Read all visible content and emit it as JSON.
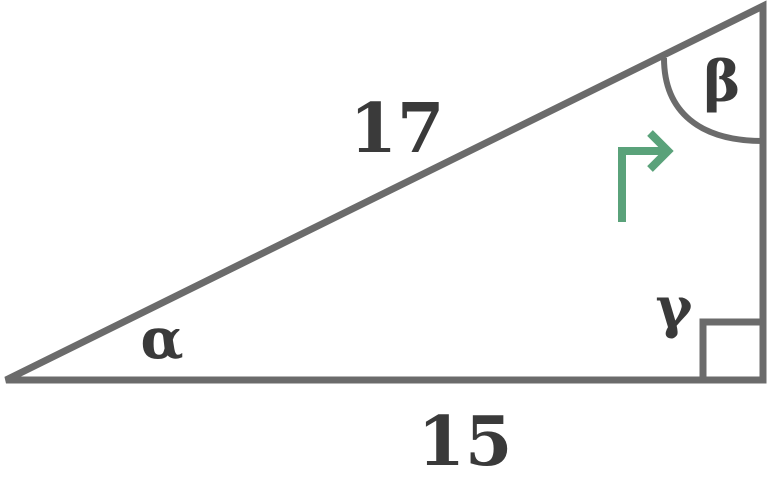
{
  "triangle": {
    "hypotenuse_label": "17",
    "base_label": "15",
    "angle_alpha": "α",
    "angle_beta": "β",
    "angle_gamma": "γ"
  },
  "colors": {
    "stroke": "#6b6b6b",
    "label": "#3a3a3a",
    "arrow": "#5aa27a"
  },
  "icons": {
    "right-angle-marker": "square-corner",
    "direction-arrow": "bent-arrow-up-right"
  }
}
